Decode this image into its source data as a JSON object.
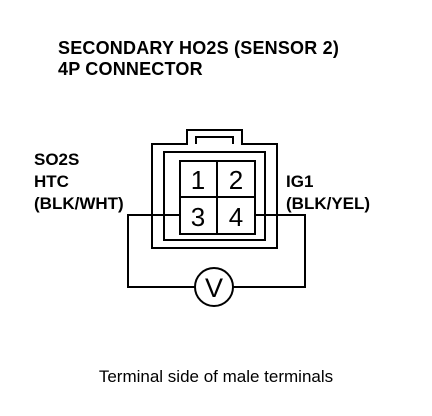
{
  "title": {
    "line1": "SECONDARY HO2S (SENSOR 2)",
    "line2": "4P CONNECTOR"
  },
  "left_label": {
    "line1": "SO2S",
    "line2": "HTC",
    "line3": "(BLK/WHT)"
  },
  "right_label": {
    "line1": "IG1",
    "line2": "(BLK/YEL)"
  },
  "terminals": [
    "1",
    "2",
    "3",
    "4"
  ],
  "meter_symbol": "V",
  "caption": "Terminal side of male terminals",
  "colors": {
    "ink": "#000000",
    "background": "#ffffff"
  }
}
